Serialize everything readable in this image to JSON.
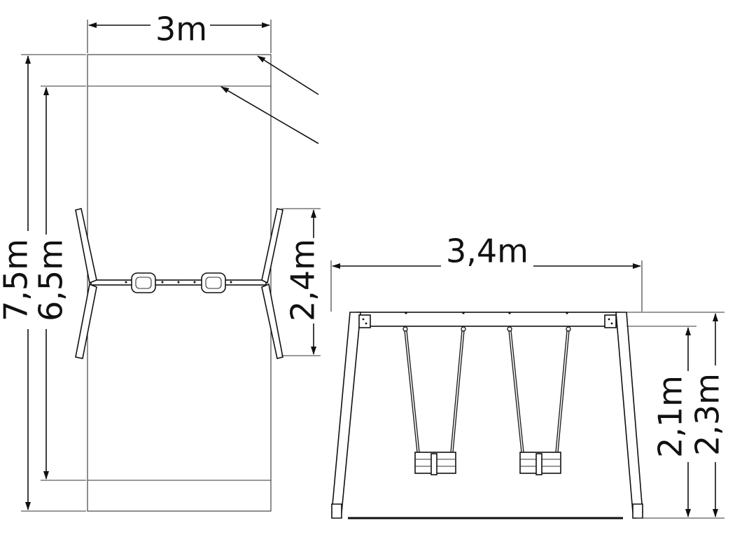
{
  "dimensions": {
    "top_width": "3m",
    "total_length": "7,5m",
    "safety_length": "6,5m",
    "frame_width": "2,4m",
    "front_width": "3,4m",
    "beam_height_inner": "2,1m",
    "beam_height_total": "2,3m"
  },
  "colors": {
    "line": "#111111",
    "background": "#ffffff"
  }
}
